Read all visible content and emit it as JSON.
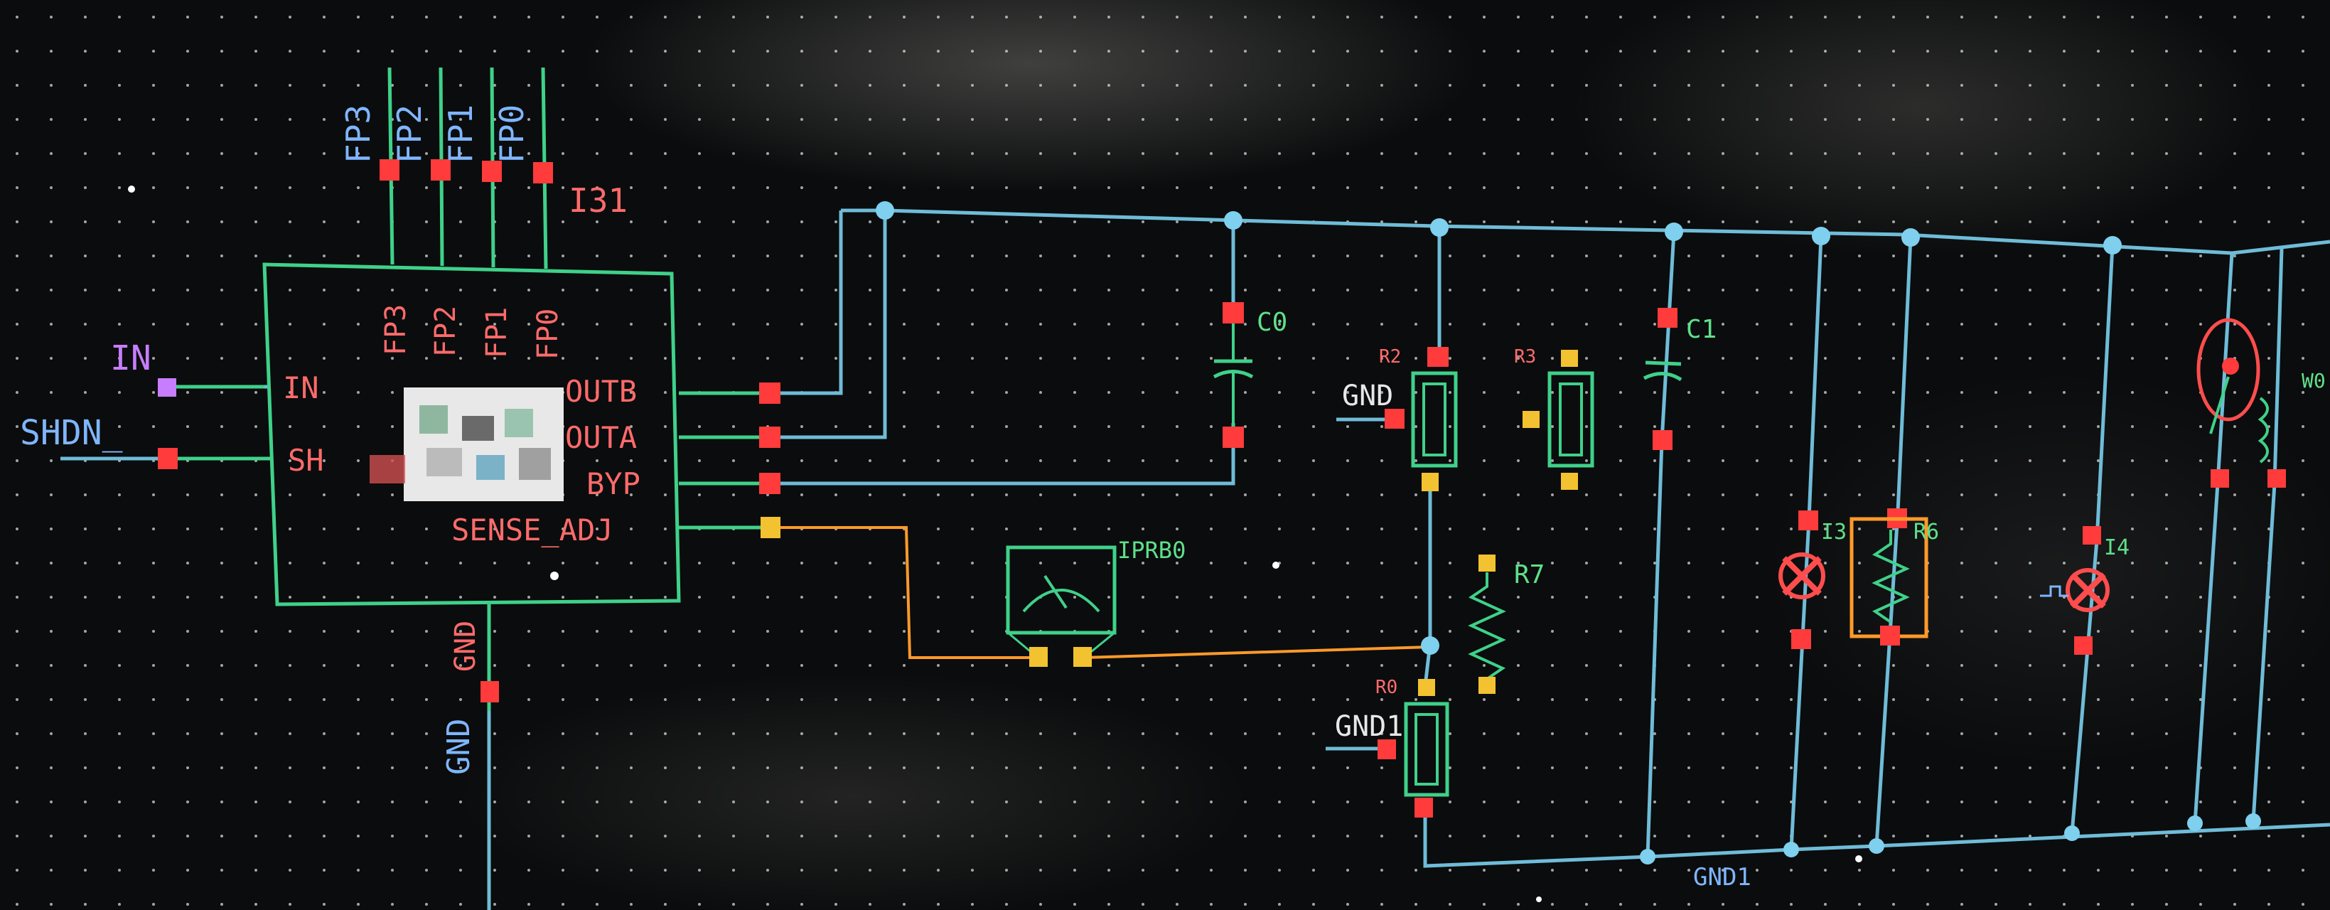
{
  "colors": {
    "wire": "#6fbcd8",
    "instance": "#3fd18a",
    "pin_red": "#ff3b3b",
    "pin_yellow": "#f2c230",
    "label_red": "#ff6b6b",
    "label_blue": "#7fb6ff",
    "label_green": "#5fe08a",
    "analog_wire": "#ff9a2a",
    "in_pin": "#c77dff"
  },
  "schematic": {
    "top_bus_labels": [
      "FP3",
      "FP2",
      "FP1",
      "FP0"
    ],
    "bus_instance": "I31",
    "inner_bus_labels": [
      "FP3",
      "FP2",
      "FP1",
      "FP0"
    ],
    "ic_pins_left": [
      "IN",
      "SH"
    ],
    "ic_pins_right": [
      "OUTB",
      "OUTA",
      "BYP",
      "SENSE_ADJ"
    ],
    "ic_pin_bottom": "GND",
    "ext_pins": [
      "IN",
      "SHDN_"
    ],
    "gnd_bottom_label": "GND",
    "probe_label": "IPRB0",
    "cap0_label": "C0",
    "cap1_label": "C1",
    "r2_label": "R2",
    "r3_label": "R3",
    "r7_label": "R7",
    "r0_label": "R0",
    "r6_label": "R6",
    "i3_label": "I3",
    "i4_label": "I4",
    "w0_label": "W0",
    "gnd_r2": "GND",
    "gnd_r0": "GND1",
    "gnd_bus": "GND1"
  }
}
